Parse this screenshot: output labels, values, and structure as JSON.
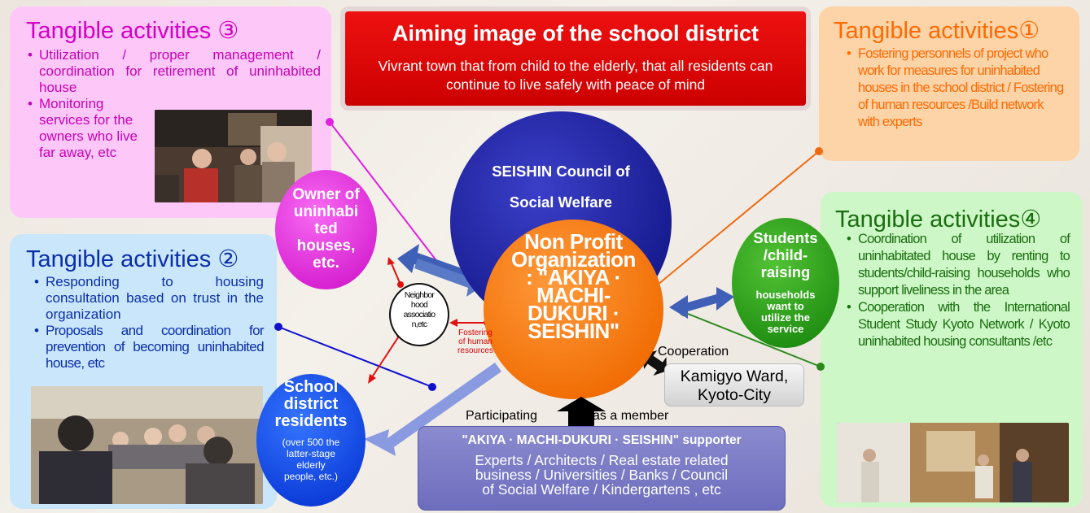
{
  "aim": {
    "title": "Aiming image of the school district",
    "subtitle": "Vivrant town that from child to the elderly, that all residents can continue to live safely with peace of mind"
  },
  "activity3": {
    "heading": "Tangible activities ③",
    "items": [
      "Utilization / proper management / coordination for retirement of uninhabited house",
      "Monitoring services for the owners who live far away, etc"
    ]
  },
  "activity2": {
    "heading": "Tangible activities ②",
    "items": [
      "Responding to housing consultation based on trust in the organization",
      "Proposals and coordination for prevention of becoming uninhabited house, etc"
    ]
  },
  "activity1": {
    "heading": "Tangible activities①",
    "items": [
      "Fostering personnels of project who work for measures for uninhabited houses in the school district / Fostering of human resources /Build network with experts"
    ]
  },
  "activity4": {
    "heading": "Tangible activities④",
    "items": [
      "Coordination of utilization of uninhabitated house by renting to students/child-raising households who support liveliness in the area",
      "Cooperation with the International Student Study Kyoto Network / Kyoto uninhabited housing consultants /etc"
    ]
  },
  "council": {
    "line1": "SEISHIN Council of",
    "line2": "Social Welfare"
  },
  "npo": {
    "line1": "Non Profit",
    "line2": "Organization",
    "line3": ": \"AKIYA ·",
    "line4": "MACHI-",
    "line5": "DUKURI ·",
    "line6": "SEISHIN\""
  },
  "owner": {
    "line1": "Owner of",
    "line2": "uninhabi",
    "line3": "ted",
    "line4": "houses,",
    "line5": "etc."
  },
  "school": {
    "line1": "School",
    "line2": "district",
    "line3": "residents",
    "line4": "(over 500 the",
    "line5": "latter-stage",
    "line6": "elderly",
    "line7": "people, etc.)"
  },
  "students": {
    "line1": "Students",
    "line2": "/child-",
    "line3": "raising",
    "line4": "households",
    "line5": "want to",
    "line6": "utilize the",
    "line7": "service"
  },
  "neighborhood": {
    "line1": "Neighbor",
    "line2": "hood",
    "line3": "associatio",
    "line4": "n,etc"
  },
  "fostering": {
    "line1": "Fostering",
    "line2": "of human",
    "line3": "resources"
  },
  "cooperation_label": "Cooperation",
  "kamigyo": {
    "line1": "Kamigyo Ward,",
    "line2": "Kyoto-City"
  },
  "participating": {
    "left": "Participating",
    "right": "as a member"
  },
  "supporter": {
    "title": "\"AKIYA · MACHI-DUKURI · SEISHIN\" supporter",
    "line1": "Experts / Architects / Real estate related",
    "line2": "business / Universities / Banks / Council",
    "line3": "of Social Welfare / Kindergartens , etc"
  },
  "colors": {
    "magenta_heading": "#d400c6",
    "blue_heading": "#0b2fa8",
    "orange_heading": "#ff6a00",
    "green_heading": "#1a6e10"
  }
}
